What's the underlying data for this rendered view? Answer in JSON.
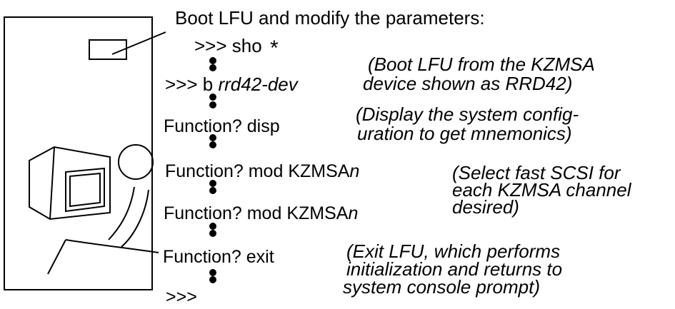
{
  "title": "Boot LFU and modify the parameters:",
  "steps": [
    {
      "prompt": ">>> sho",
      "arg": "*"
    },
    {
      "prompt": ">>> b ",
      "arg": "rrd42-dev"
    },
    {
      "prompt": "Function? disp",
      "arg": ""
    },
    {
      "prompt": "Function? mod KZMSA",
      "arg": "n"
    },
    {
      "prompt": "Function? mod KZMSA",
      "arg": "n"
    },
    {
      "prompt": "Function? exit",
      "arg": ""
    },
    {
      "prompt": ">>>",
      "arg": ""
    }
  ],
  "notes": [
    {
      "lines": [
        "(Boot LFU from the KZMSA",
        "device shown as RRD42)"
      ]
    },
    {
      "lines": [
        "(Display the system config-",
        "uration to get mnemonics)"
      ]
    },
    {
      "lines": [
        "(Select  fast SCSI  for",
        "each KZMSA channel",
        "desired)"
      ]
    },
    {
      "lines": [
        "(Exit LFU, which performs",
        "initialization and returns to",
        "system console prompt)"
      ]
    }
  ],
  "icons": [
    "computer-cabinet-icon",
    "terminal-icon",
    "operator-figure-icon"
  ]
}
